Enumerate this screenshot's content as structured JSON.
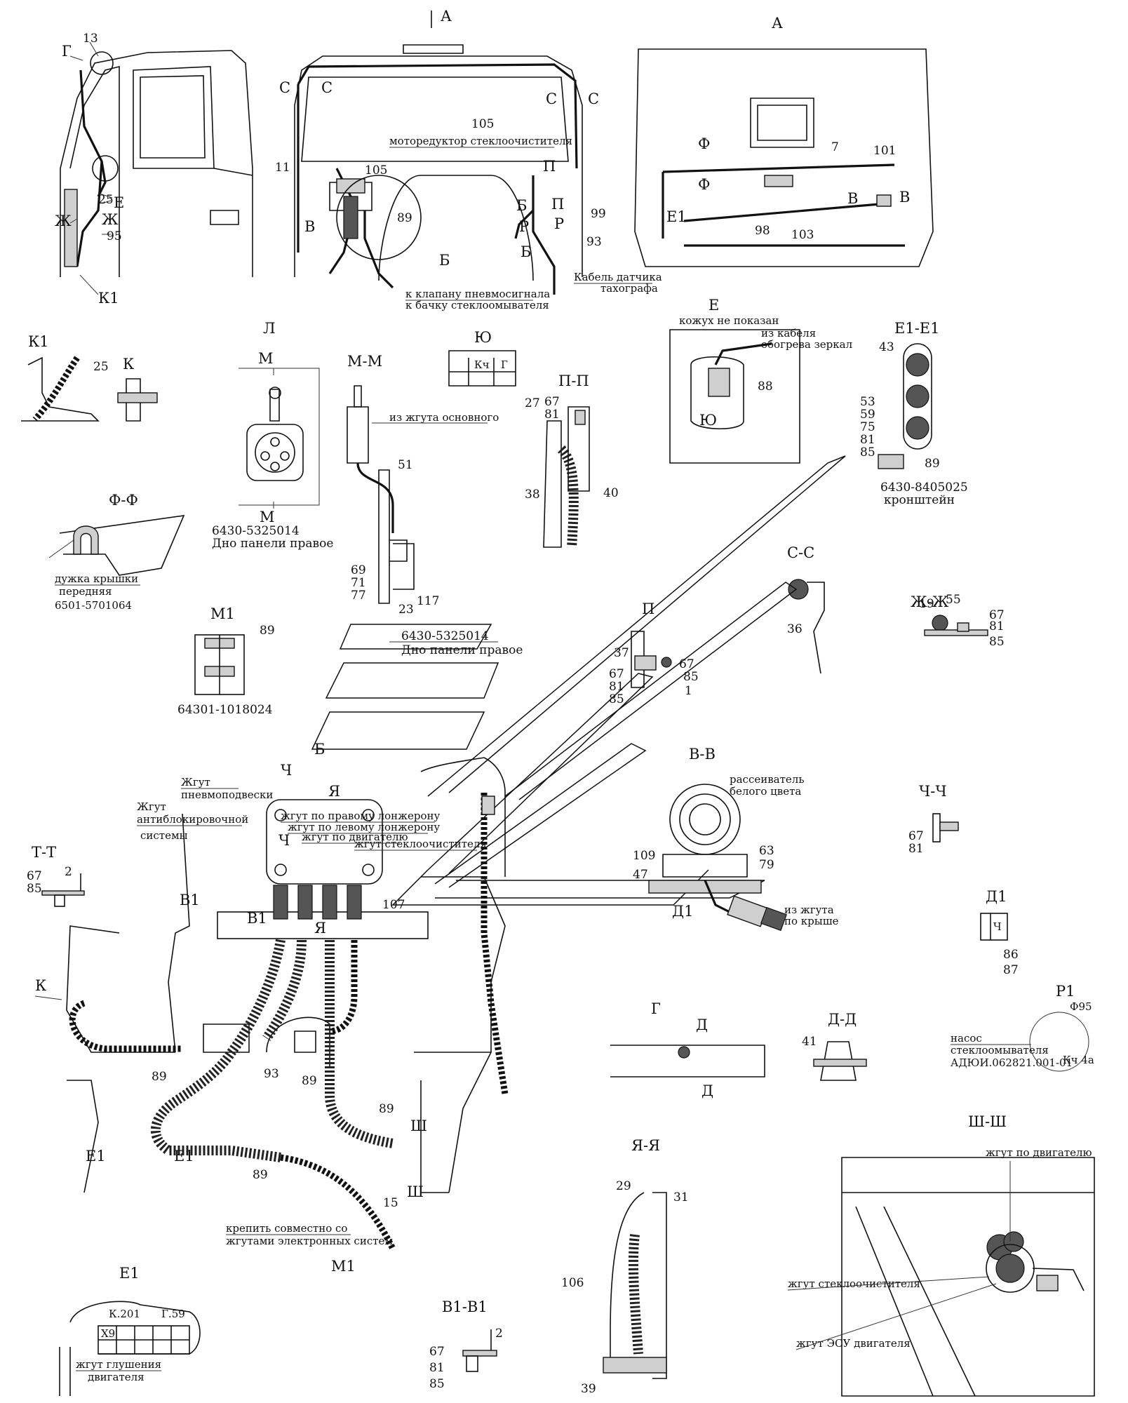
{
  "sections": {
    "top_left": {
      "g": "Г",
      "n13": "13",
      "n25": "25",
      "e": "Е",
      "zh1": "Ж",
      "zh2": "Ж",
      "n95": "95",
      "k1": "К1"
    },
    "top_mid": {
      "a_mark": "А",
      "c1": "С",
      "c2": "С",
      "c3": "С",
      "c4": "С",
      "n105a": "105",
      "motor": "моторедуктор стеклоочистителя",
      "n11": "11",
      "n105b": "105",
      "v": "В",
      "n89": "89",
      "b": "Б",
      "p1": "П",
      "p2": "П",
      "b1": "Б",
      "b2": "Б",
      "r1": "Р",
      "r2": "Р",
      "n99": "99",
      "n93": "93",
      "valve": "к клапану пневмосигнала",
      "tank": "к бачку стеклоомывателя",
      "sensor1": "Кабель датчика",
      "sensor2": "тахографа"
    },
    "top_right": {
      "a": "А",
      "f1": "Ф",
      "f2": "Ф",
      "n7": "7",
      "n101": "101",
      "v1": "В",
      "v2": "В",
      "e1": "Е1",
      "n98": "98",
      "n103": "103"
    },
    "k1_view": {
      "title": "К1",
      "n25": "25",
      "k": "К"
    },
    "l_view": {
      "title": "Л",
      "m1": "М",
      "m2": "М",
      "part": "6430-5325014",
      "part_name": "Дно панели правое"
    },
    "mm_view": {
      "title": "М-М",
      "from": "из жгута основного",
      "n51": "51",
      "n69": "69",
      "n71": "71",
      "n77": "77",
      "n23": "23",
      "n117": "117",
      "part": "6430-5325014",
      "part_name": "Дно панели правое"
    },
    "yu_view": {
      "title": "Ю",
      "kch": "Кч",
      "g": "Г"
    },
    "pp_view": {
      "title": "П-П",
      "n27": "27",
      "n67": "67",
      "n81": "81",
      "n38": "38",
      "n40": "40"
    },
    "e_view": {
      "title": "Е",
      "note": "кожух не показан",
      "from1": "из кабеля",
      "from2": "обогрева зеркал",
      "n88": "88",
      "yu": "Ю"
    },
    "e1e1_view": {
      "title": "Е1-Е1",
      "n43": "43",
      "n53": "53",
      "n59": "59",
      "n75": "75",
      "n81": "81",
      "n85": "85",
      "n89": "89",
      "part": "6430-8405025",
      "part_name": "кронштейн"
    },
    "ff_view": {
      "title": "Ф-Ф",
      "name1": "дужка крышки",
      "name2": "передняя",
      "part": "6501-5701064"
    },
    "cc_view": {
      "title": "С-С",
      "n36": "36"
    },
    "zhzh_view": {
      "title": "Ж-Ж",
      "n19": "19",
      "n55": "55",
      "n67": "67",
      "n81": "81",
      "n85": "85"
    },
    "m1_view": {
      "title": "М1",
      "n89": "89",
      "part": "64301-1018024"
    },
    "p_view": {
      "title": "П",
      "n37": "37",
      "n67a": "67",
      "n81": "81",
      "n85a": "85",
      "n67b": "67",
      "n85b": "85",
      "n1": "1"
    },
    "vv_view": {
      "title": "В-В",
      "diff1": "рассеиватель",
      "diff2": "белого цвета",
      "n109": "109",
      "n47": "47",
      "n63": "63",
      "n79": "79",
      "d1": "Д1",
      "from1": "из жгута",
      "from2": "по крыше"
    },
    "chch_view": {
      "title": "Ч-Ч",
      "n67": "67",
      "n81": "81"
    },
    "tt_view": {
      "title": "Т-Т",
      "n67": "67",
      "n2": "2",
      "n85": "85"
    },
    "d1_view": {
      "title": "Д1",
      "ch": "Ч",
      "n86": "86",
      "n87": "87"
    },
    "main_view": {
      "pneumo1": "Жгут",
      "pneumo2": "пневмоподвески",
      "abs1": "Жгут",
      "abs2": "антиблокировочной",
      "abs3": "системы",
      "ch1": "Ч",
      "ch2": "Ч",
      "b": "Б",
      "ya1": "Я",
      "ya2": "Я",
      "h1": "жгут по правому лонжерону",
      "h2": "жгут по левому лонжерону",
      "h3": "жгут по двигателю",
      "h4": "жгут стеклоочистителя",
      "n107": "107",
      "v1a": "В1",
      "v1b": "В1",
      "k": "К",
      "n89a": "89",
      "n93": "93",
      "n89b": "89",
      "n89c": "89",
      "sh1": "Ш",
      "sh2": "Ш",
      "e1a": "Е1",
      "e1b": "Е1",
      "n89d": "89",
      "n15": "15",
      "fix1": "крепить совместно со",
      "fix2": "жгутами электронных систем",
      "m1": "М1"
    },
    "g_view": {
      "title": "Г",
      "d1": "Д",
      "d2": "Д"
    },
    "dd_view": {
      "title": "Д-Д",
      "n41": "41"
    },
    "r1_view": {
      "title": "Р1",
      "phi": "Ф95",
      "pump1": "насос",
      "pump2": "стеклоомывателя",
      "pump3": "АДЮИ.062821.001-01",
      "kch": "Кч 4а"
    },
    "e1_bottom": {
      "title": "Е1",
      "k201": "К.201",
      "g59": "Г.59",
      "x9": "Х9",
      "shut1": "жгут глушения",
      "shut2": "двигателя"
    },
    "v1v1_view": {
      "title": "В1-В1",
      "n67": "67",
      "n81": "81",
      "n85": "85",
      "n2": "2"
    },
    "yaya_view": {
      "title": "Я-Я",
      "n29": "29",
      "n31": "31",
      "n106": "106",
      "n39": "39"
    },
    "shsh_view": {
      "title": "Ш-Ш",
      "engine": "жгут по двигателю",
      "wiper": "жгут стеклоочистителя",
      "esu": "жгут ЭСУ двигателя"
    }
  }
}
